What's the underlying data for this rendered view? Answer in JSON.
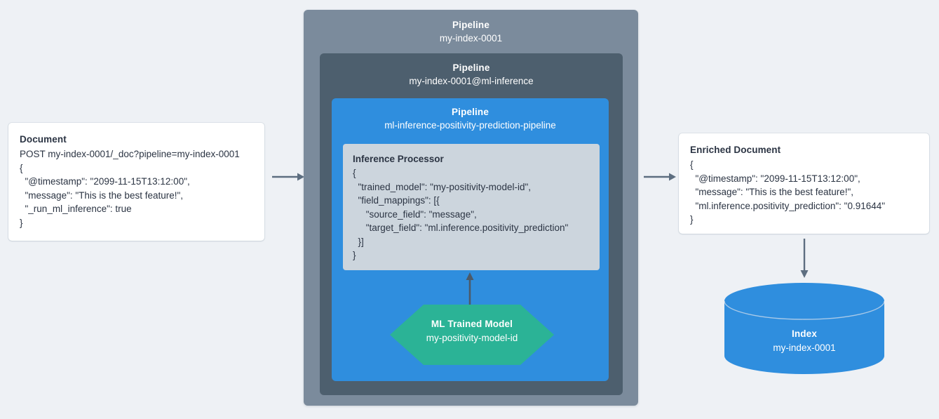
{
  "colors": {
    "background": "#eef1f5",
    "pipeline_outer": "#7b8b9c",
    "pipeline_middle": "#4d5f6e",
    "pipeline_inner": "#2f8ede",
    "processor_box": "#ccd5dd",
    "ml_model": "#2bb396",
    "index_cylinder": "#2f8ede",
    "arrow": "#5d6e80",
    "card_background": "#ffffff",
    "text_dark": "#2b3443",
    "text_light": "#ffffff"
  },
  "document_card": {
    "title": "Document",
    "lines": [
      "POST my-index-0001/_doc?pipeline=my-index-0001",
      "{",
      "  \"@timestamp\": \"2099-11-15T13:12:00\",",
      "  \"message\": \"This is the best feature!\",",
      "  \"_run_ml_inference\": true",
      "}"
    ]
  },
  "pipeline_outer": {
    "kind": "Pipeline",
    "name": "my-index-0001"
  },
  "pipeline_middle": {
    "kind": "Pipeline",
    "name": "my-index-0001@ml-inference"
  },
  "pipeline_inner": {
    "kind": "Pipeline",
    "name": "ml-inference-positivity-prediction-pipeline"
  },
  "inference_processor": {
    "title": "Inference Processor",
    "lines": [
      "{",
      "  \"trained_model\": \"my-positivity-model-id\",",
      "  \"field_mappings\": [{",
      "     \"source_field\": \"message\",",
      "     \"target_field\": \"ml.inference.positivity_prediction\"",
      "  }]",
      "}"
    ]
  },
  "ml_trained_model": {
    "kind": "ML Trained Model",
    "name": "my-positivity-model-id"
  },
  "enriched_document_card": {
    "title": "Enriched Document",
    "lines": [
      "{",
      "  \"@timestamp\": \"2099-11-15T13:12:00\",",
      "  \"message\": \"This is the best feature!\",",
      "  \"ml.inference.positivity_prediction\": \"0.91644\"",
      "}"
    ]
  },
  "index": {
    "kind": "Index",
    "name": "my-index-0001"
  },
  "arrows": [
    {
      "id": "doc-to-pipeline",
      "direction": "right"
    },
    {
      "id": "pipeline-to-enriched",
      "direction": "right"
    },
    {
      "id": "model-to-processor",
      "direction": "up"
    },
    {
      "id": "enriched-to-index",
      "direction": "down"
    }
  ]
}
